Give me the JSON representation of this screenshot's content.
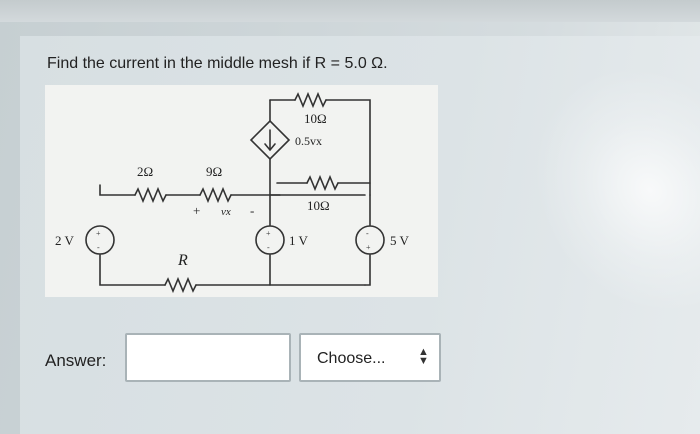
{
  "question": {
    "text": "Find the current in the middle mesh if R = 5.0 Ω."
  },
  "circuit": {
    "source_left_label": "2 V",
    "r1_label": "2Ω",
    "r2_label": "9Ω",
    "vx_plus": "+",
    "vx_label": "vx",
    "vx_minus": "-",
    "r_label": "R",
    "top_resistor_label": "10Ω",
    "dependent_source_label": "0.5vx",
    "mid_resistor_label": "10Ω",
    "source_mid_label": "1 V",
    "source_right_label": "5 V"
  },
  "answer": {
    "label": "Answer:",
    "value": "",
    "placeholder": ""
  },
  "units_select": {
    "selected": "Choose..."
  },
  "colors": {
    "page_bg": "#d2d9dc",
    "figure_bg": "#f2f3f1",
    "wire": "#333333"
  }
}
